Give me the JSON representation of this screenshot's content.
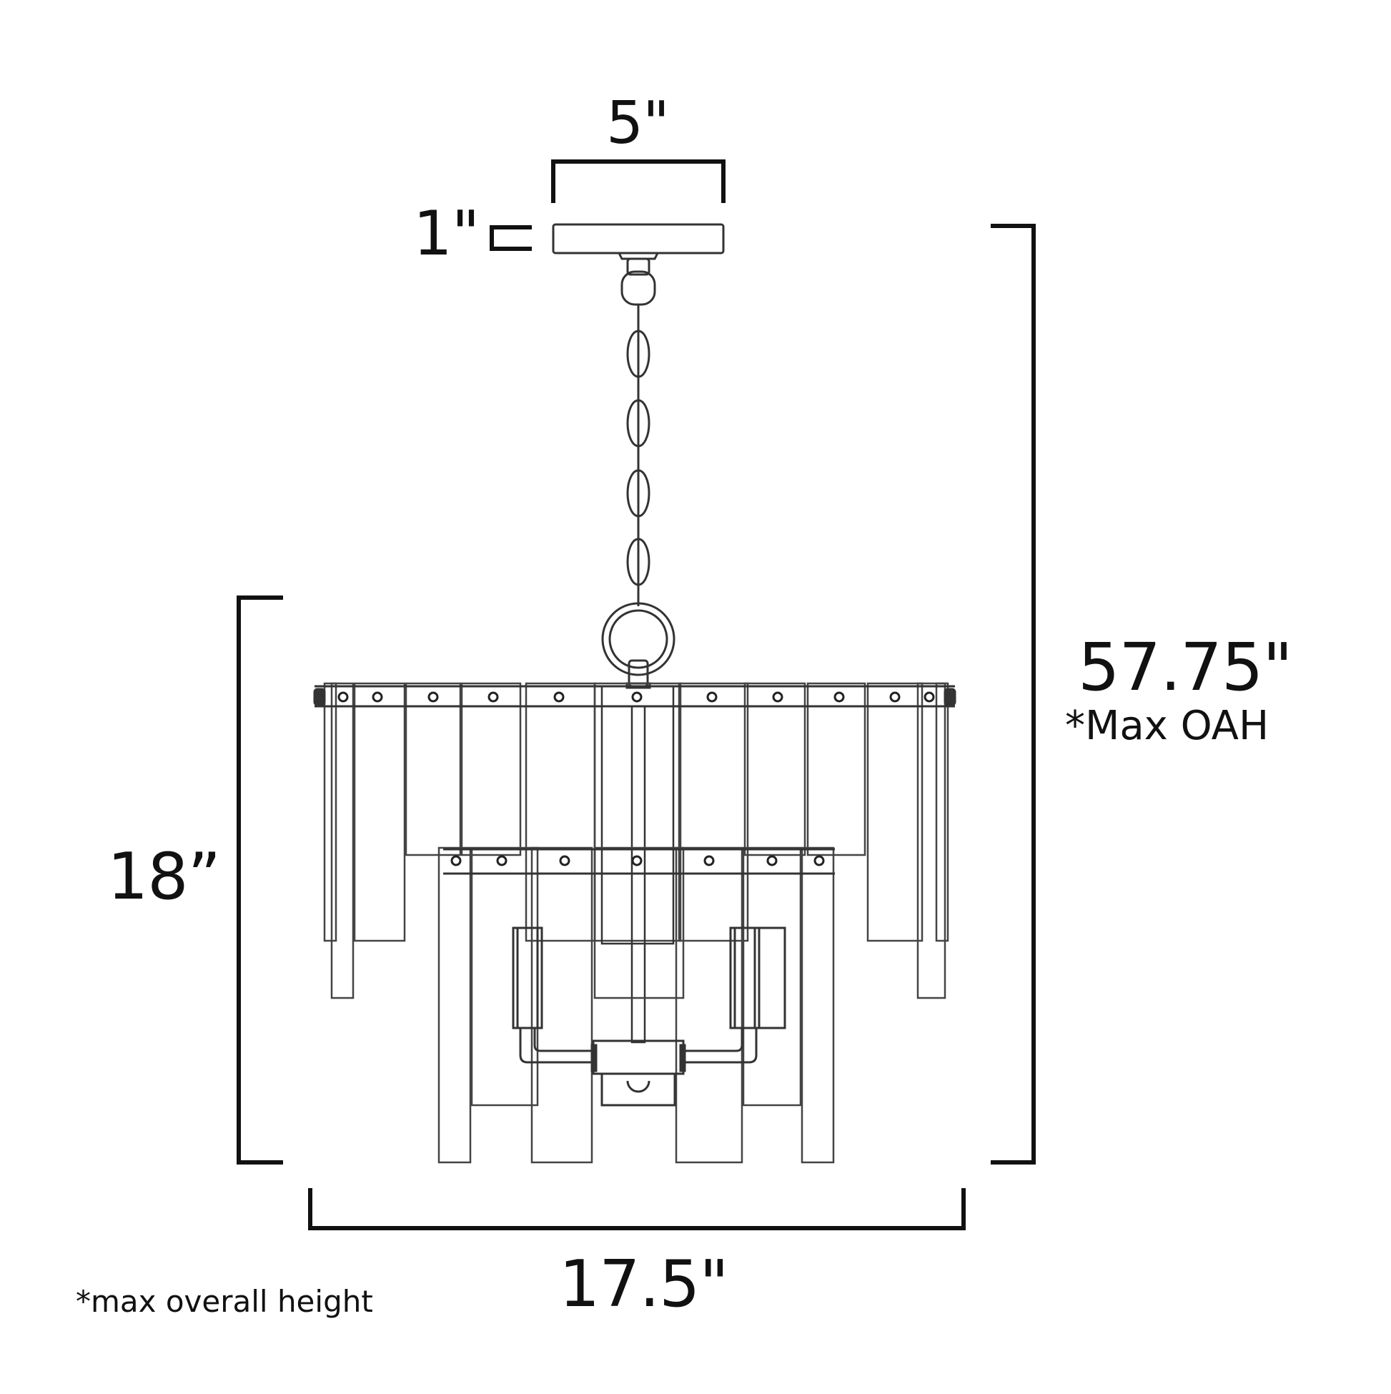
{
  "labels": {
    "canopy_width": "5\"",
    "canopy_height": "1\"",
    "fixture_height": "18”",
    "max_oah": "57.75\"",
    "max_oah_note": "*Max OAH",
    "fixture_width": "17.5\"",
    "footnote": "*max overall height"
  },
  "colors": {
    "line": "#111111",
    "fixture_line": "#333333",
    "background": "#ffffff"
  }
}
